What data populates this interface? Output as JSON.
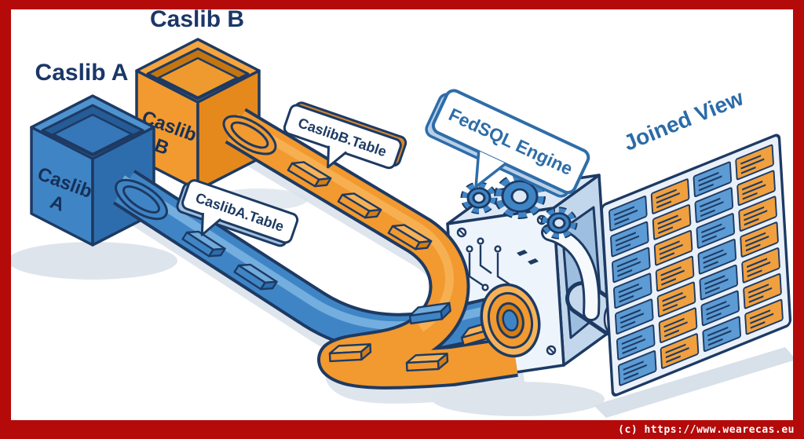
{
  "frame": {
    "copyright": "(c) https://www.wearecas.eu"
  },
  "headings": {
    "caslib_a": "Caslib A",
    "caslib_b": "Caslib B"
  },
  "cube_a": {
    "line1": "Caslib",
    "line2": "A"
  },
  "cube_b": {
    "line1": "Caslib",
    "line2": "B"
  },
  "bubbles": {
    "caslib_a_table": "CaslibA.Table",
    "caslib_b_table": "CaslibB.Table",
    "fedsql": "FedSQL Engine"
  },
  "joined_view": {
    "label": "Joined View",
    "rows": 7,
    "columns": [
      "blue",
      "orange",
      "blue",
      "orange"
    ]
  },
  "colors": {
    "border_red": "#b40a0a",
    "navy": "#1d3a63",
    "blue": "#3f85c6",
    "blue_light": "#79b2e0",
    "blue_dark": "#2e6dad",
    "orange": "#f2992f",
    "orange_light": "#f6b257",
    "orange_dark": "#d37d14",
    "cell_blue": "#5c9bd4",
    "cell_orange": "#f0a03f",
    "box_face": "#eef4fb",
    "heading_navy": "#1b3768",
    "steel_blue": "#2e6da8",
    "shadow_gray": "#dde4ec",
    "copyright_text": "#ffffff"
  }
}
